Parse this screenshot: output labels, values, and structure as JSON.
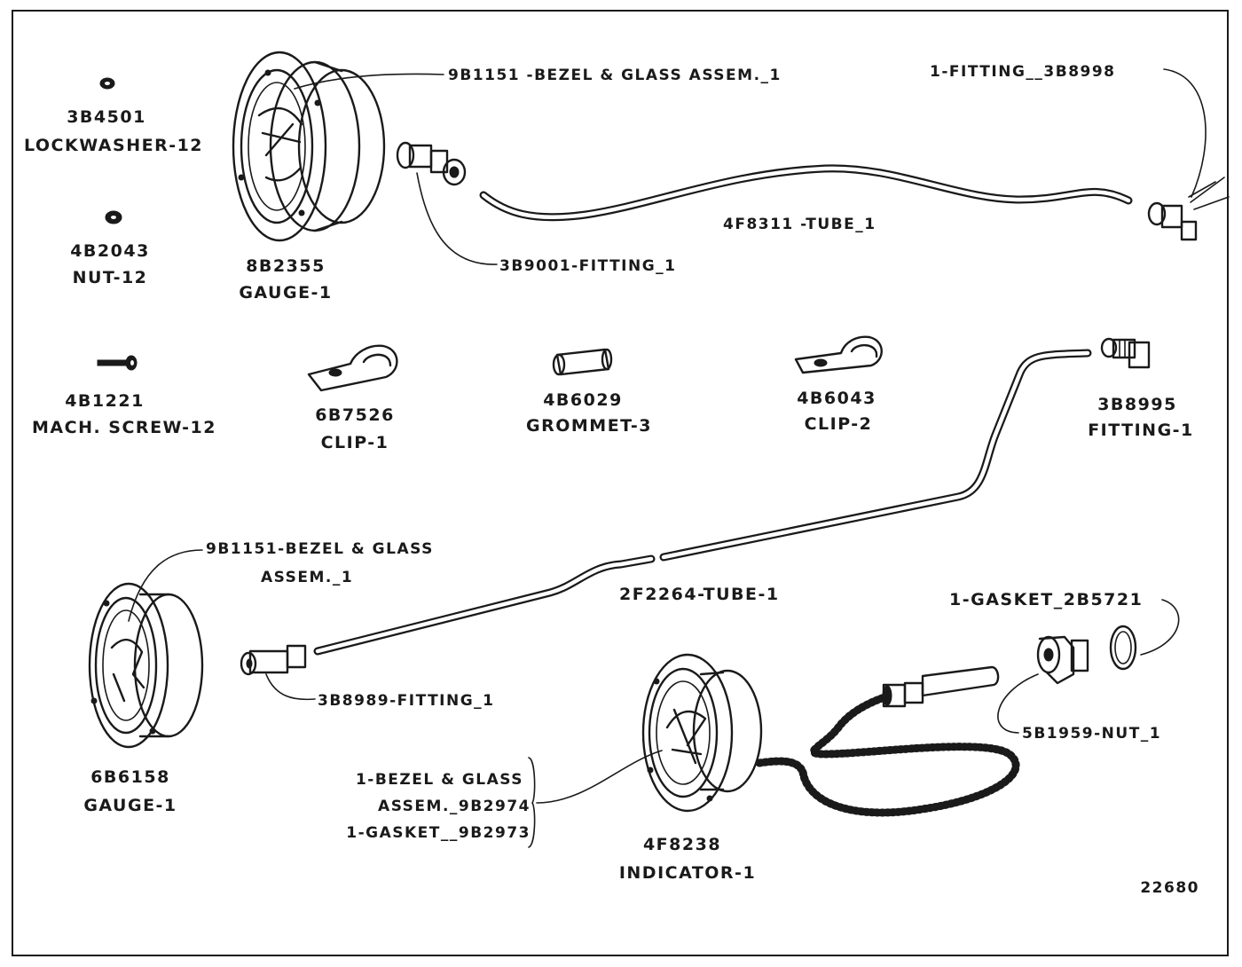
{
  "drawing_number": "22680",
  "parts": {
    "lockwasher": {
      "number": "3B4501",
      "name": "LOCKWASHER-12"
    },
    "nut": {
      "number": "4B2043",
      "name": "NUT-12"
    },
    "mach_screw": {
      "number": "4B1221",
      "name": "MACH. SCREW-12"
    },
    "gauge_top": {
      "number": "8B2355",
      "name": "GAUGE-1"
    },
    "clip_1": {
      "number": "6B7526",
      "name": "CLIP-1"
    },
    "grommet": {
      "number": "4B6029",
      "name": "GROMMET-3"
    },
    "clip_2": {
      "number": "4B6043",
      "name": "CLIP-2"
    },
    "fitting_3b8995": {
      "number": "3B8995",
      "name": "FITTING-1"
    },
    "gauge_bottom": {
      "number": "6B6158",
      "name": "GAUGE-1"
    },
    "indicator": {
      "number": "4F8238",
      "name": "INDICATOR-1"
    }
  },
  "callouts": {
    "bezel_top": "9B1151 -BEZEL & GLASS  ASSEM._1",
    "fitting_top_right": "1-FITTING__3B8998",
    "tube_top": "4F8311 -TUBE_1",
    "fitting_3b9001": "3B9001-FITTING_1",
    "bezel_bottom_line1": "9B1151-BEZEL & GLASS",
    "bezel_bottom_line2": "ASSEM._1",
    "tube_long": "2F2264-TUBE-1",
    "gasket": "1-GASKET_2B5721",
    "fitting_3b8989": "3B8989-FITTING_1",
    "nut_5b1959": "5B1959-NUT_1",
    "indicator_bezel_line1": "1-BEZEL & GLASS",
    "indicator_bezel_line2": "ASSEM._9B2974",
    "indicator_gasket": "1-GASKET__9B2973"
  }
}
